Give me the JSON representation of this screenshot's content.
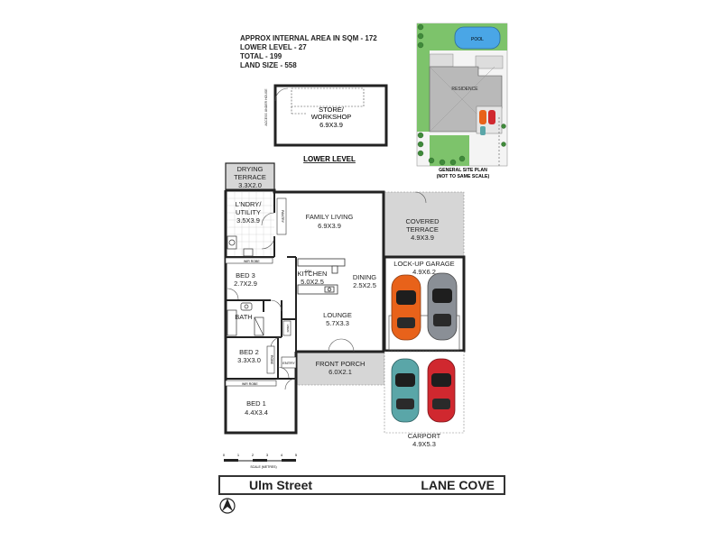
{
  "areas": {
    "internal": "APPROX INTERNAL AREA IN SQM - 172",
    "lower": "LOWER LEVEL - 27",
    "total": "TOTAL - 199",
    "land": "LAND SIZE - 558"
  },
  "lower_level": {
    "store_name": "STORE/",
    "store_name2": "WORKSHOP",
    "store_dims": "6.9X3.9",
    "caption": "LOWER LEVEL",
    "access_note": "ACCESS UNDER HOUSE"
  },
  "site_plan": {
    "pool": "POOL",
    "residence": "RESIDENCE",
    "caption1": "GENERAL SITE PLAN",
    "caption2": "(NOT TO SAME SCALE)"
  },
  "rooms": {
    "drying_terrace": {
      "name": "DRYING",
      "name2": "TERRACE",
      "dims": "3.3X2.0"
    },
    "laundry": {
      "name": "L'NDRY/",
      "name2": "UTILITY",
      "dims": "3.5X3.9"
    },
    "family_living": {
      "name": "FAMILY LIVING",
      "dims": "6.9X3.9"
    },
    "covered_terrace": {
      "name": "COVERED",
      "name2": "TERRACE",
      "dims": "4.9X3.9"
    },
    "bed3": {
      "name": "BED 3",
      "dims": "2.7X2.9"
    },
    "kitchen": {
      "name": "KITCHEN",
      "dims": "5.0X2.5"
    },
    "dining": {
      "name": "DINING",
      "dims": "2.5X2.5"
    },
    "garage": {
      "name": "LOCK-UP GARAGE",
      "dims": "4.9X6.2"
    },
    "bath": {
      "name": "BATH"
    },
    "lounge": {
      "name": "LOUNGE",
      "dims": "5.7X3.3"
    },
    "bed2": {
      "name": "BED 2",
      "dims": "3.3X3.0"
    },
    "front_porch": {
      "name": "FRONT PORCH",
      "dims": "6.0X2.1"
    },
    "bed1": {
      "name": "BED 1",
      "dims": "4.4X3.4"
    },
    "carport": {
      "name": "CARPORT",
      "dims": "4.9X5.3"
    }
  },
  "small_labels": {
    "entry": "ENTRY",
    "wir1": "WIR ROBE",
    "wir2": "WIR ROBE",
    "linen": "LINEN",
    "robe": "ROBE",
    "dw": "DW",
    "pantry": "PANTRY"
  },
  "scale": {
    "ticks": [
      "0",
      "1",
      "2",
      "3",
      "4",
      "5"
    ],
    "label": "SCALE (METRES)"
  },
  "street": {
    "name": "Ulm Street",
    "suburb": "LANE COVE"
  },
  "colors": {
    "terrace_fill": "#d6d6d6",
    "wall": "#222222",
    "grass": "#7dc36b",
    "pool": "#4aa6e6",
    "car_orange": "#e8621a",
    "car_grey": "#8a8f96",
    "car_teal": "#5aa6a8",
    "car_red": "#d0282f"
  }
}
